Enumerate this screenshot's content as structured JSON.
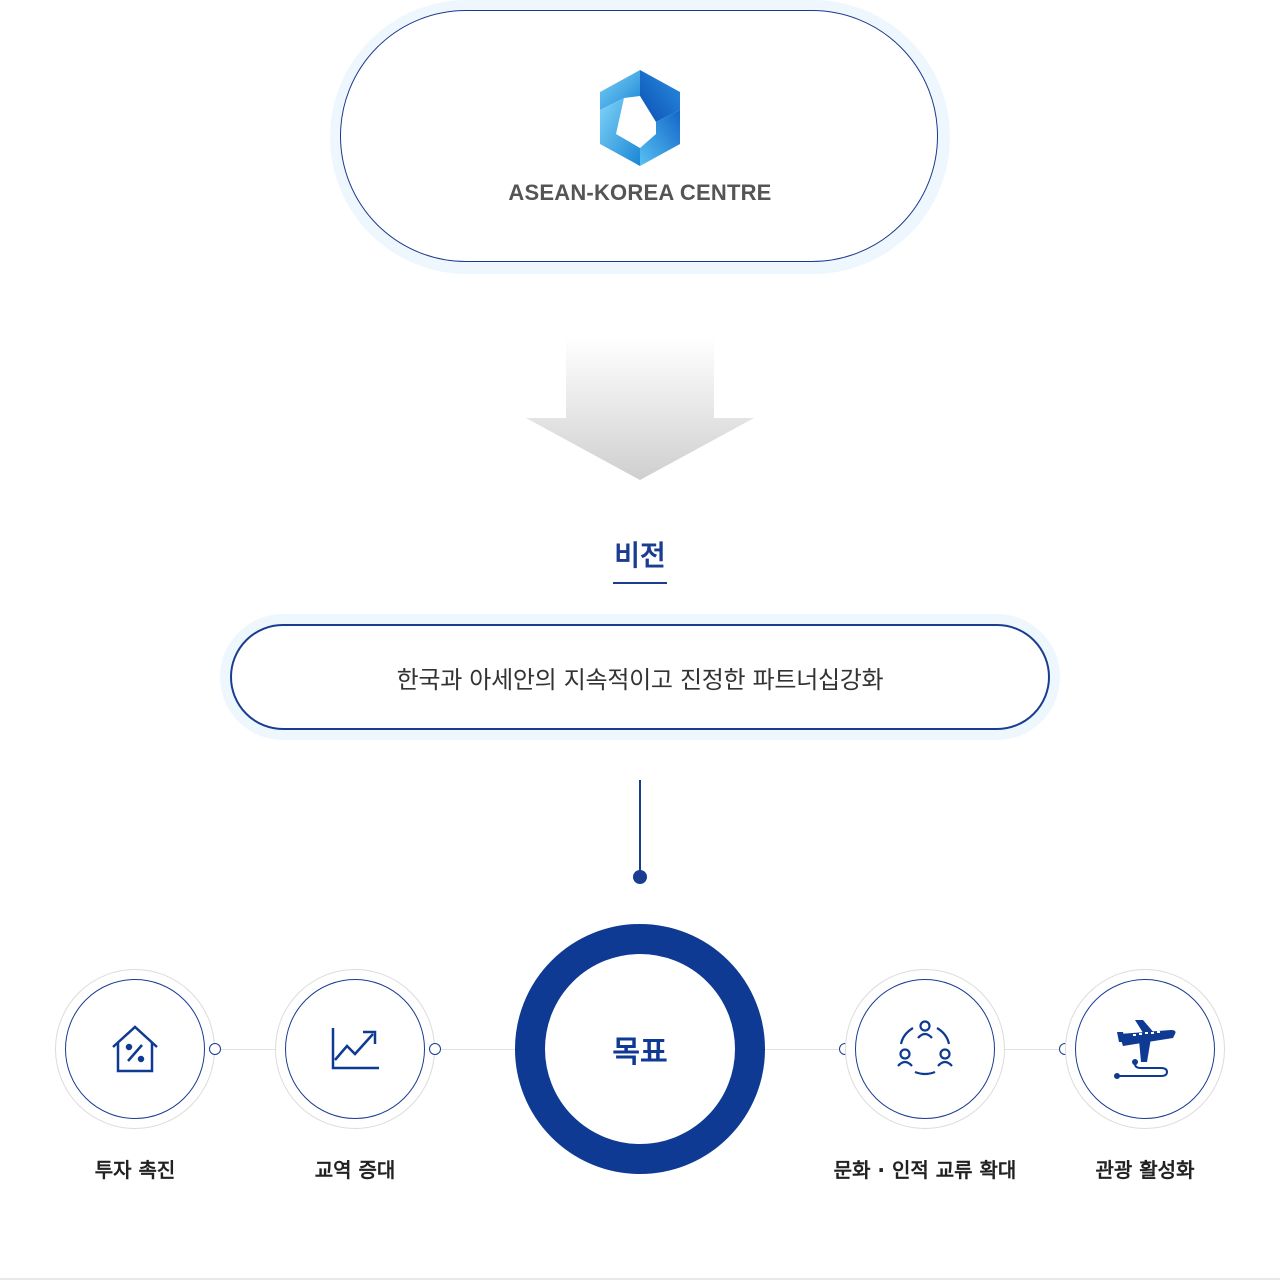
{
  "logo": {
    "name": "ASEAN-KOREA CENTRE",
    "icon": "blue-ribbon-logo-icon"
  },
  "arrow": {
    "icon": "down-arrow-icon",
    "color": "#d4d4d4"
  },
  "vision": {
    "title": "비전",
    "statement": "한국과 아세안의 지속적이고 진정한 파트너십강화"
  },
  "goals": {
    "center_label": "목표",
    "items": [
      {
        "label": "투자 촉진",
        "icon": "house-percent-icon"
      },
      {
        "label": "교역 증대",
        "icon": "line-chart-icon"
      },
      {
        "label": "문화 · 인적 교류 확대",
        "icon": "people-exchange-icon"
      },
      {
        "label": "관광 활성화",
        "icon": "airplane-icon"
      }
    ]
  },
  "colors": {
    "primary": "#0e3a93",
    "accent_blue": "#1a3d91",
    "glow": "#eef7fd",
    "logo_text": "#555555"
  }
}
